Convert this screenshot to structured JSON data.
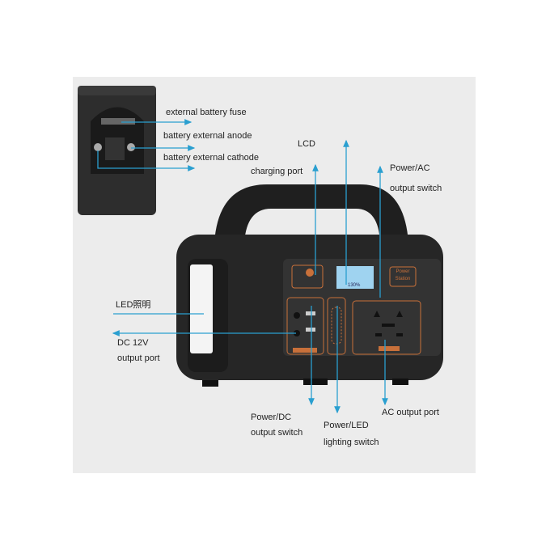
{
  "colors": {
    "arrow": "#2a9fd0",
    "device": "#2b2b2b",
    "accent": "#c8703a",
    "lcd": "#9fd3f0",
    "background": "#ececec"
  },
  "labels": {
    "fuse": "external battery fuse",
    "anode": "battery external anode",
    "cathode": "battery external cathode",
    "lcd": "LCD",
    "charging_port": "charging port",
    "power_ac_1": "Power/AC",
    "power_ac_2": "output switch",
    "led": "LED照明",
    "dc_1": "DC 12V",
    "dc_2": "output port",
    "power_dc_1": "Power/DC",
    "power_dc_2": "output switch",
    "power_led_1": "Power/LED",
    "power_led_2": "lighting switch",
    "ac_output": "AC output port"
  },
  "device_print": {
    "power_station": "Power Station",
    "lcd_reading": "130%"
  }
}
